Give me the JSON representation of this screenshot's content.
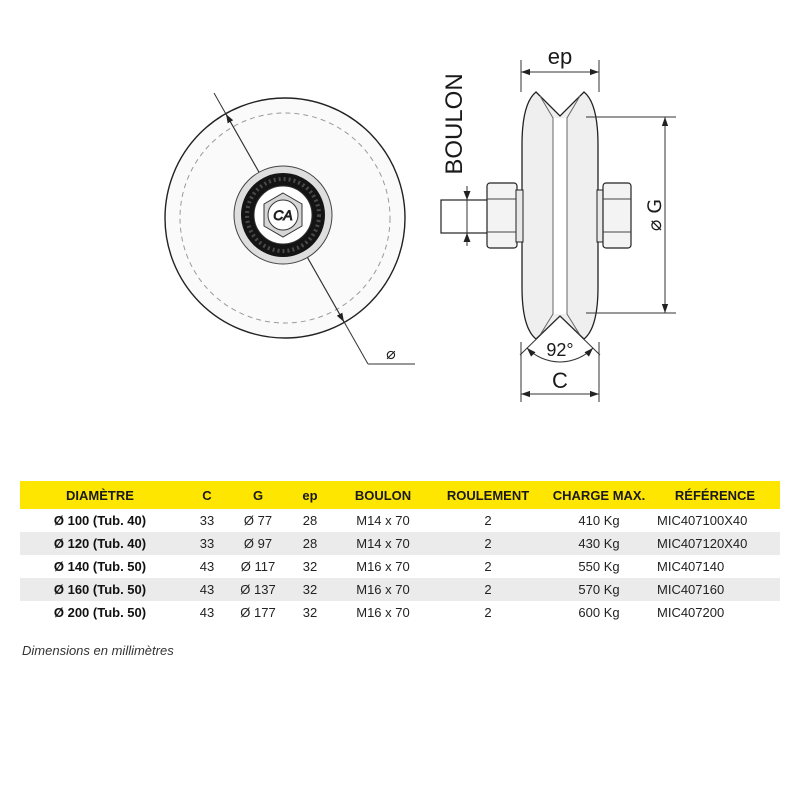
{
  "drawing": {
    "front_view": {
      "diameter_symbol": "⌀",
      "hub_logo": "CA"
    },
    "side_view": {
      "ep_label": "ep",
      "bolt_label": "BOULON",
      "g_label": "⌀ G",
      "angle_label": "92°",
      "c_label": "C"
    }
  },
  "table": {
    "headers": {
      "diametre": "DIAMÈTRE",
      "c": "C",
      "g": "G",
      "ep": "ep",
      "boulon": "BOULON",
      "roulement": "ROULEMENT",
      "charge_max": "CHARGE MAX.",
      "reference": "RÉFÉRENCE"
    },
    "rows": [
      {
        "diametre": "Ø 100 (Tub. 40)",
        "c": "33",
        "g": "Ø 77",
        "ep": "28",
        "boulon": "M14 x 70",
        "roulement": "2",
        "charge_max": "410 Kg",
        "reference": "MIC407100X40"
      },
      {
        "diametre": "Ø 120 (Tub. 40)",
        "c": "33",
        "g": "Ø 97",
        "ep": "28",
        "boulon": "M14 x 70",
        "roulement": "2",
        "charge_max": "430 Kg",
        "reference": "MIC407120X40"
      },
      {
        "diametre": "Ø 140 (Tub. 50)",
        "c": "43",
        "g": "Ø 117",
        "ep": "32",
        "boulon": "M16 x 70",
        "roulement": "2",
        "charge_max": "550 Kg",
        "reference": "MIC407140"
      },
      {
        "diametre": "Ø 160 (Tub. 50)",
        "c": "43",
        "g": "Ø 137",
        "ep": "32",
        "boulon": "M16 x 70",
        "roulement": "2",
        "charge_max": "570 Kg",
        "reference": "MIC407160"
      },
      {
        "diametre": "Ø 200 (Tub. 50)",
        "c": "43",
        "g": "Ø 177",
        "ep": "32",
        "boulon": "M16 x 70",
        "roulement": "2",
        "charge_max": "600 Kg",
        "reference": "MIC407200"
      }
    ]
  },
  "footnote": "Dimensions en millimètres",
  "colors": {
    "header_bg": "#FFE600",
    "row_alt_bg": "#EBEBEB",
    "ink": "#1A1A1A"
  }
}
